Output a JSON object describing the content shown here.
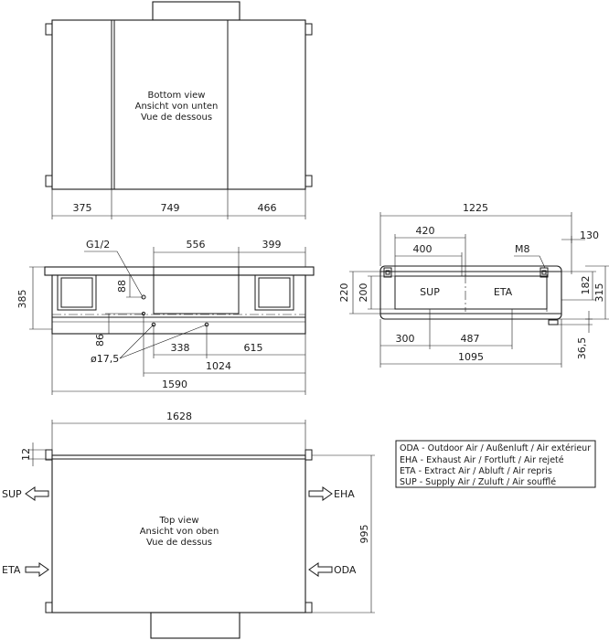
{
  "views": {
    "bottom": {
      "line1": "Bottom view",
      "line2": "Ansicht von unten",
      "line3": "Vue de dessous",
      "dims": [
        "375",
        "749",
        "466"
      ]
    },
    "top": {
      "line1": "Top view",
      "line2": "Ansicht von oben",
      "line3": "Vue de dessus",
      "width": "1628",
      "depth": "995",
      "edge": "12"
    },
    "front": {
      "g_thread": "G1/2",
      "d556": "556",
      "d399": "399",
      "height": "385",
      "d88": "88",
      "d86": "86",
      "hole": "ø17,5",
      "d338": "338",
      "d615": "615",
      "d1024": "1024",
      "d1590": "1590"
    },
    "side": {
      "d1225": "1225",
      "d420": "420",
      "d400": "400",
      "m8": "M8",
      "d130": "130",
      "d220": "220",
      "d200": "200",
      "d182": "182",
      "d315": "315",
      "sup": "SUP",
      "eta": "ETA",
      "d300": "300",
      "d487": "487",
      "d1095": "1095",
      "d365": "36,5"
    }
  },
  "ports": {
    "sup": "SUP",
    "eha": "EHA",
    "eta": "ETA",
    "oda": "ODA"
  },
  "legend": [
    "ODA - Outdoor Air / Außenluft / Air extérieur",
    "EHA - Exhaust Air / Fortluft / Air rejeté",
    "ETA - Extract Air / Abluft / Air repris",
    "SUP - Supply Air / Zuluft / Air soufflé"
  ]
}
